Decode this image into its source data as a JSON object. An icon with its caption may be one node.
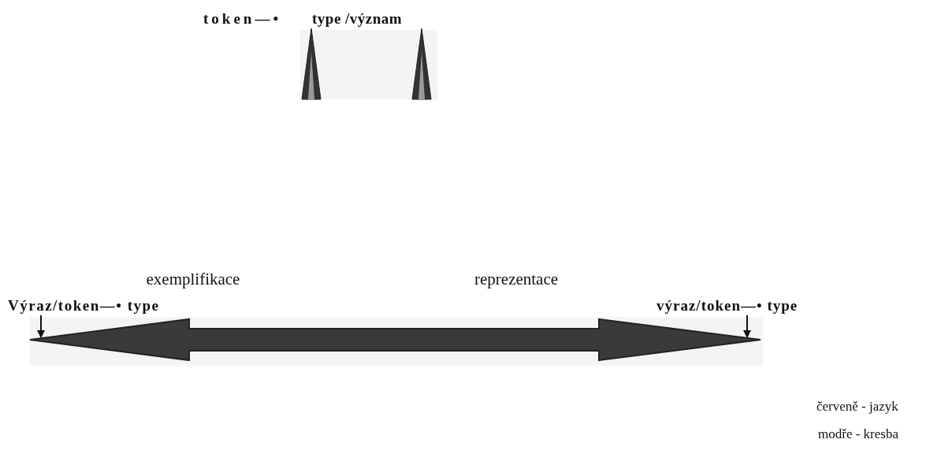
{
  "diagram": {
    "nodes": [
      {
        "text": [
          "token—•"
        ]
      },
      {
        "text": [
          "type /význam"
        ]
      },
      {
        "text": [
          "Výraz/token—• type"
        ]
      },
      {
        "text": [
          "výraz/token—• type"
        ]
      }
    ],
    "edges": [
      {
        "from": null,
        "to": 0,
        "arrow": "to",
        "style": "thick"
      },
      {
        "from": null,
        "to": 1,
        "arrow": "to",
        "style": "thick"
      },
      {
        "from": 2,
        "to": null,
        "arrow": "to"
      },
      {
        "from": 3,
        "to": null,
        "arrow": "to"
      },
      {
        "from": 2,
        "to": 3,
        "arrow": "both",
        "style": "thick"
      }
    ],
    "labels": [
      "exemplifikace",
      "reprezentace",
      "červeně - jazyk",
      "modře - kresba"
    ]
  }
}
